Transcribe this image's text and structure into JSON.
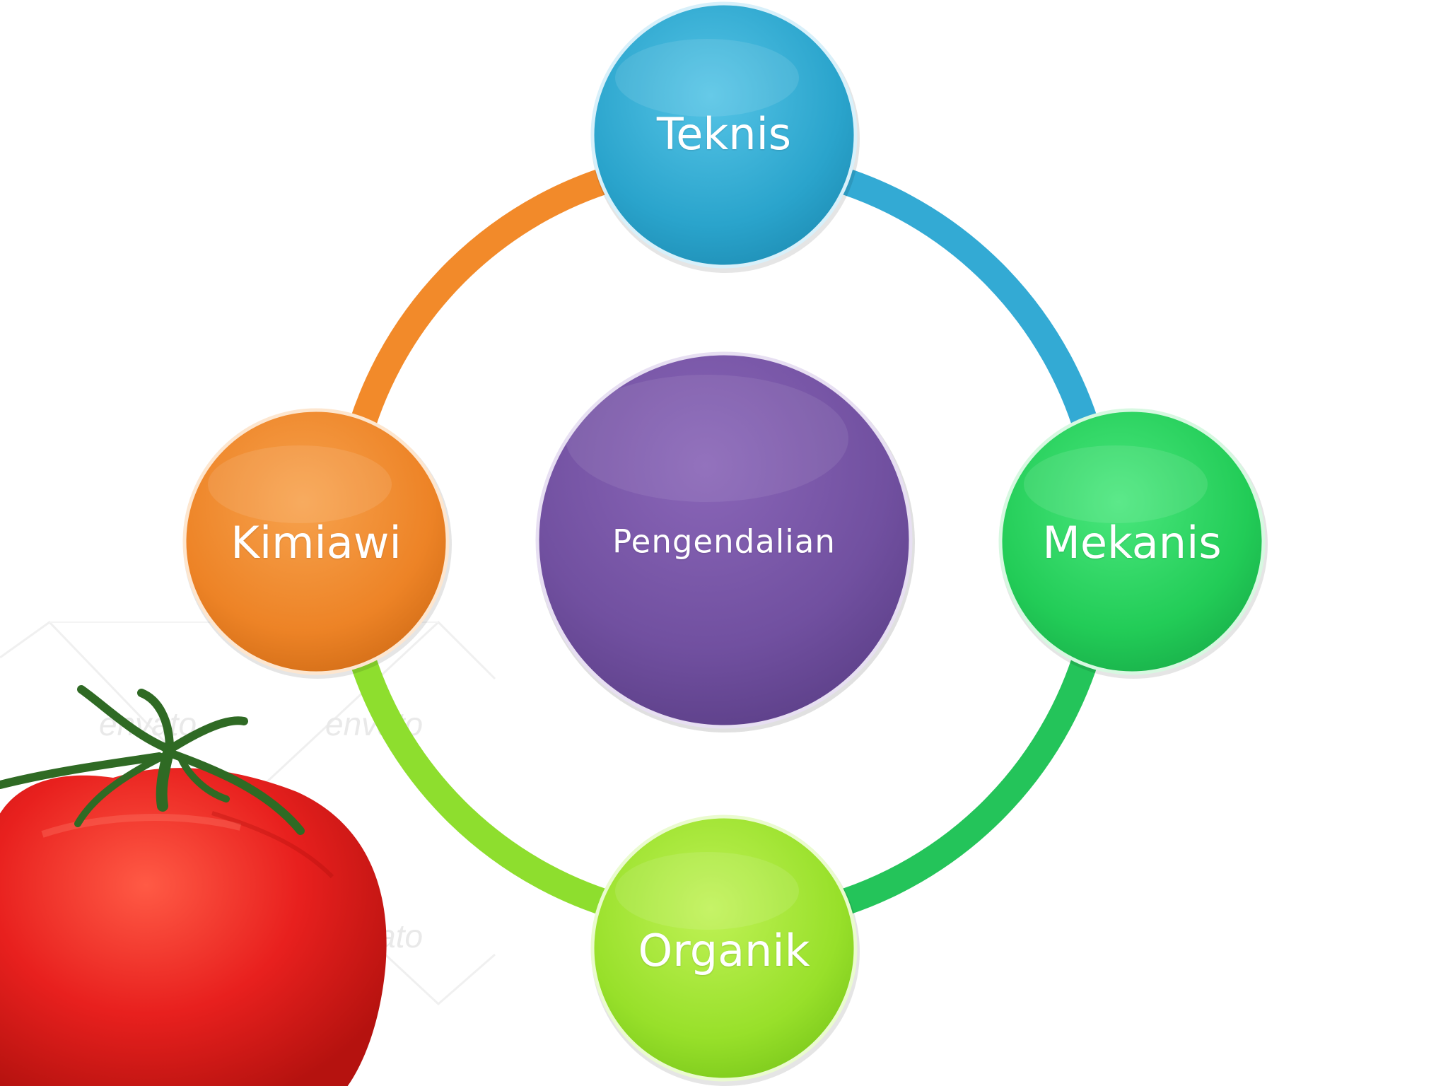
{
  "diagram": {
    "center": {
      "label": "Pengendalian",
      "color": "#7453a0"
    },
    "nodes": [
      {
        "id": "teknis",
        "label": "Teknis",
        "color": "#2aa8cf"
      },
      {
        "id": "mekanis",
        "label": "Mekanis",
        "color": "#22d15d"
      },
      {
        "id": "organik",
        "label": "Organik",
        "color": "#9be328"
      },
      {
        "id": "kimiawi",
        "label": "Kimiawi",
        "color": "#ee8326"
      }
    ],
    "ring_colors": {
      "teknis_to_mekanis": "#33aad4",
      "mekanis_to_organik": "#24c45a",
      "organik_to_kimiawi": "#8ede2e",
      "kimiawi_to_teknis": "#f28a2a"
    }
  },
  "decoration": {
    "tomato_color": "#e8201e",
    "stem_color": "#2f6a24",
    "watermark_text": [
      "envato",
      "envato",
      "envato",
      "envato"
    ]
  }
}
